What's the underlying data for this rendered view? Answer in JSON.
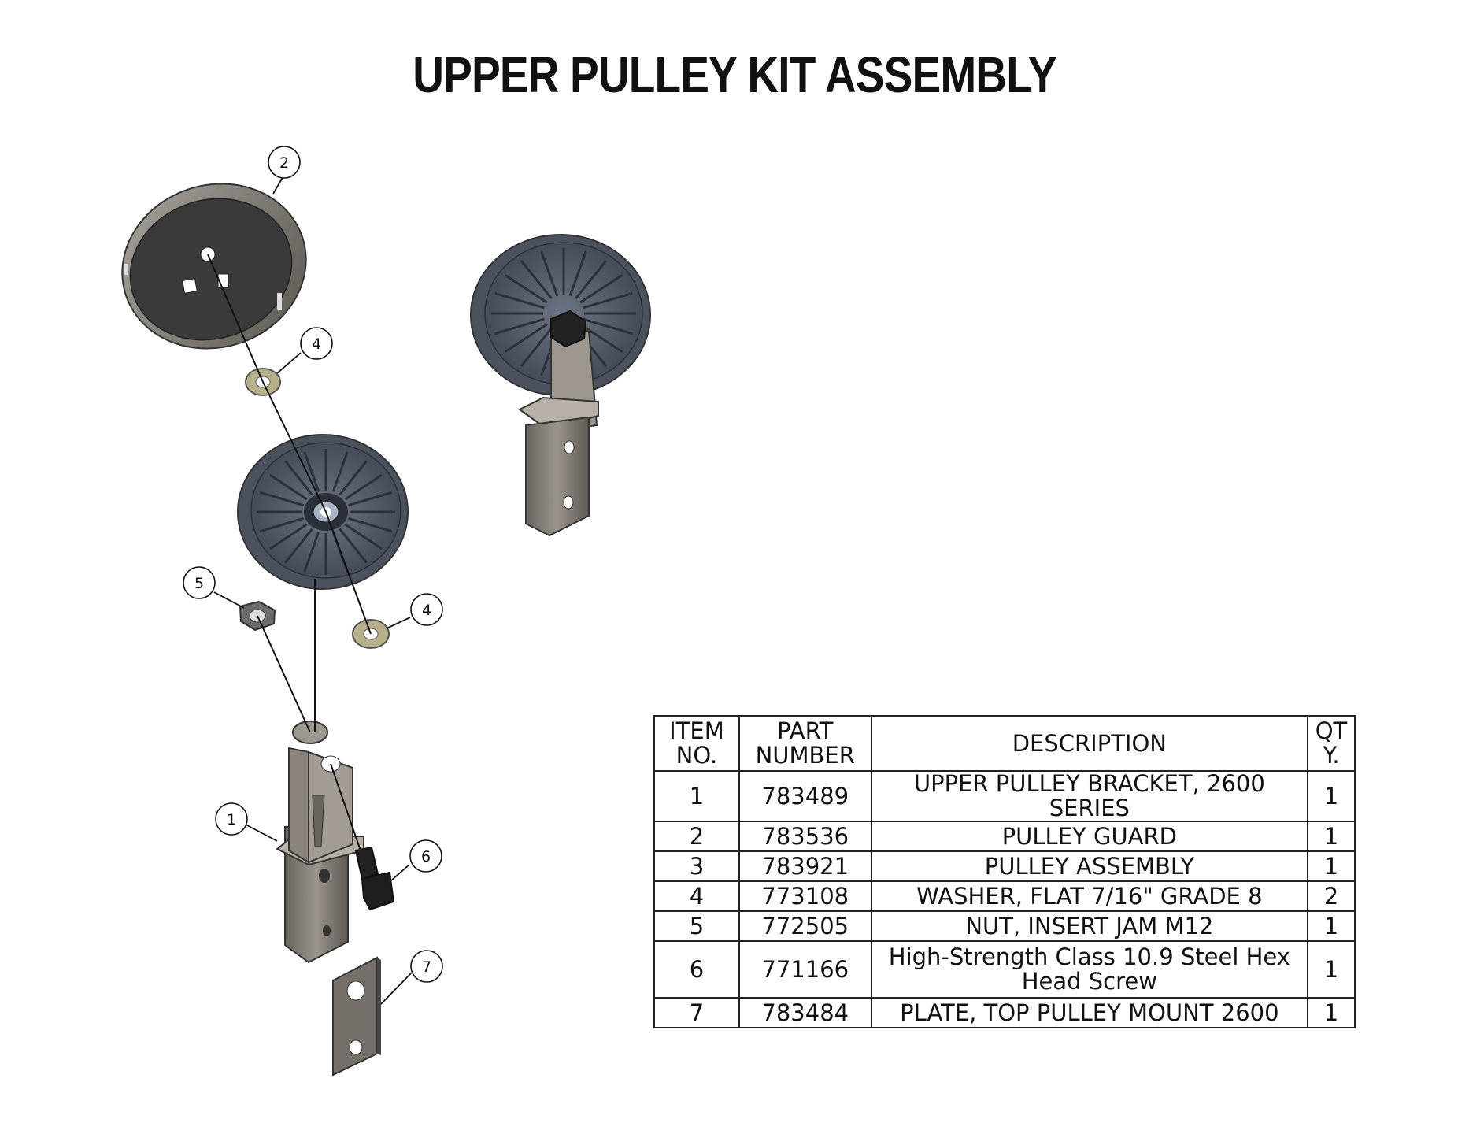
{
  "title": "UPPER PULLEY KIT ASSEMBLY",
  "balloons": [
    {
      "id": "b2",
      "label": "2"
    },
    {
      "id": "b4a",
      "label": "4"
    },
    {
      "id": "b5",
      "label": "5"
    },
    {
      "id": "b4b",
      "label": "4"
    },
    {
      "id": "b1",
      "label": "1"
    },
    {
      "id": "b6",
      "label": "6"
    },
    {
      "id": "b7",
      "label": "7"
    }
  ],
  "bom": {
    "headers": {
      "item_line1": "ITEM",
      "item_line2": "NO.",
      "part_line1": "PART",
      "part_line2": "NUMBER",
      "description": "DESCRIPTION",
      "qty_line1": "QT",
      "qty_line2": "Y."
    },
    "rows": [
      {
        "item": "1",
        "part": "783489",
        "description": "UPPER PULLEY BRACKET, 2600 SERIES",
        "qty": "1"
      },
      {
        "item": "2",
        "part": "783536",
        "description": "PULLEY GUARD",
        "qty": "1"
      },
      {
        "item": "3",
        "part": "783921",
        "description": "PULLEY ASSEMBLY",
        "qty": "1"
      },
      {
        "item": "4",
        "part": "773108",
        "description": "WASHER, FLAT 7/16\" GRADE 8",
        "qty": "2"
      },
      {
        "item": "5",
        "part": "772505",
        "description": "NUT, INSERT JAM M12",
        "qty": "1"
      },
      {
        "item": "6",
        "part": "771166",
        "description_line1": "High-Strength Class 10.9 Steel Hex",
        "description_line2": "Head Screw",
        "qty": "1"
      },
      {
        "item": "7",
        "part": "783484",
        "description": "PLATE, TOP PULLEY MOUNT 2600",
        "qty": "1"
      }
    ]
  }
}
